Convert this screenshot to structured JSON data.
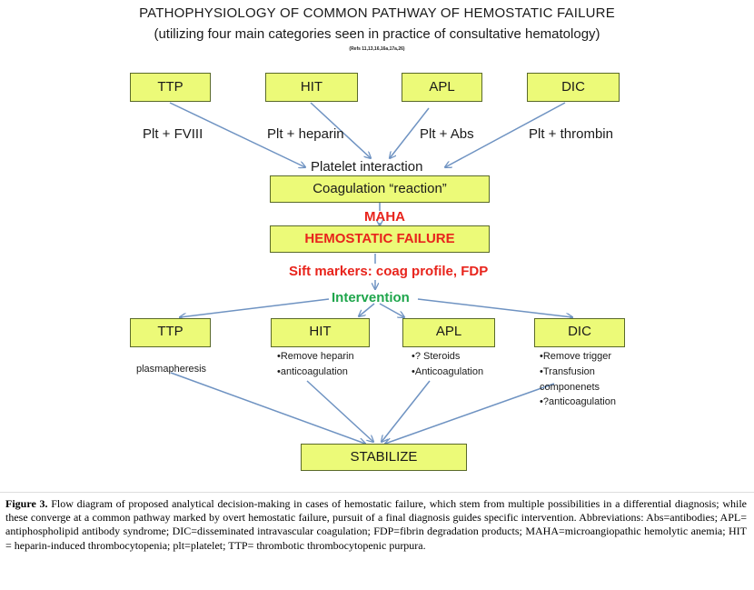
{
  "title": "PATHOPHYSIOLOGY OF COMMON PATHWAY OF HEMOSTATIC FAILURE",
  "subtitle": "(utilizing four main categories seen in practice of consultative hematology)",
  "refs": "(Refs 11,13,16,16a,17a,26)",
  "top_boxes": [
    "TTP",
    "HIT",
    "APL",
    "DIC"
  ],
  "top_mechanisms": [
    "Plt + FVIII",
    "Plt + heparin",
    "Plt + Abs",
    "Plt + thrombin"
  ],
  "platelet_interaction": "Platelet interaction",
  "coagulation_reaction": "Coagulation “reaction”",
  "maha": "MAHA",
  "hemostatic_failure": "HEMOSTATIC FAILURE",
  "sift_markers": "Sift markers: coag profile, FDP",
  "intervention": "Intervention",
  "bottom_boxes": [
    "TTP",
    "HIT",
    "APL",
    "DIC"
  ],
  "treatments": {
    "ttp": [
      "plasmapheresis"
    ],
    "hit": [
      "•Remove heparin",
      "•anticoagulation"
    ],
    "apl": [
      "•? Steroids",
      "•Anticoagulation"
    ],
    "dic": [
      "•Remove trigger",
      "•Transfusion",
      "componenets",
      "•?anticoagulation"
    ]
  },
  "stabilize": "STABILIZE",
  "caption": {
    "label": "Figure 3.",
    "text": " Flow diagram of proposed analytical decision-making in cases of hemostatic failure, which stem from multiple possibilities in a differential diagnosis;  while these converge at a common pathway marked by overt hemostatic failure, pursuit of a final diagnosis guides specific intervention.   Abbreviations: Abs=antibodies; APL= antiphospholipid antibody syndrome; DIC=disseminated intravascular coagulation; FDP=fibrin degradation products; MAHA=microangiopathic hemolytic anemia; HIT = heparin-induced thrombocytopenia; plt=platelet; TTP= thrombotic thrombocytopenic purpura."
  },
  "colors": {
    "box_fill": "#ecfa78",
    "box_border": "#5a6a2a",
    "arrow": "#6f93c2",
    "red_text": "#e8241c",
    "green_text": "#1fa64c"
  }
}
